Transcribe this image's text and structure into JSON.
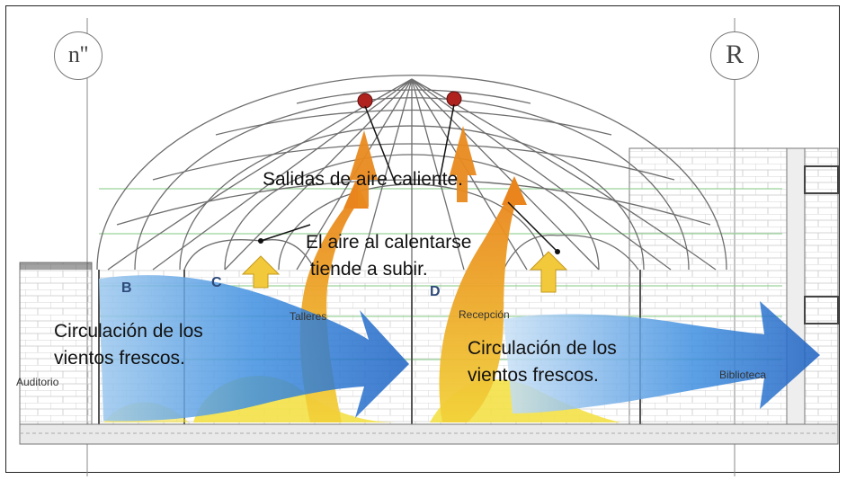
{
  "grid_markers": {
    "left": "n''",
    "right": "R"
  },
  "annotations": {
    "hot_air_outlets": "Salidas de aire caliente.",
    "rising_air_line1": "El aire al calentarse",
    "rising_air_line2": "tiende a subir.",
    "circulation_left_line1": "Circulación de los",
    "circulation_left_line2": "vientos frescos.",
    "circulation_right_line1": "Circulación de los",
    "circulation_right_line2": "vientos frescos."
  },
  "room_labels": {
    "auditorio": "Auditorio",
    "talleres": "Talleres",
    "recepcion": "Recepción",
    "biblioteca": "Biblioteca"
  },
  "section_letters": {
    "b": "B",
    "c": "C",
    "d": "D"
  },
  "colors": {
    "cool_air": "#2f7fd6",
    "warm_air": "#e98a1f",
    "yellow_air": "#f3df3c",
    "vent_red": "#b0221e",
    "grid_line": "#8fcf8f"
  }
}
